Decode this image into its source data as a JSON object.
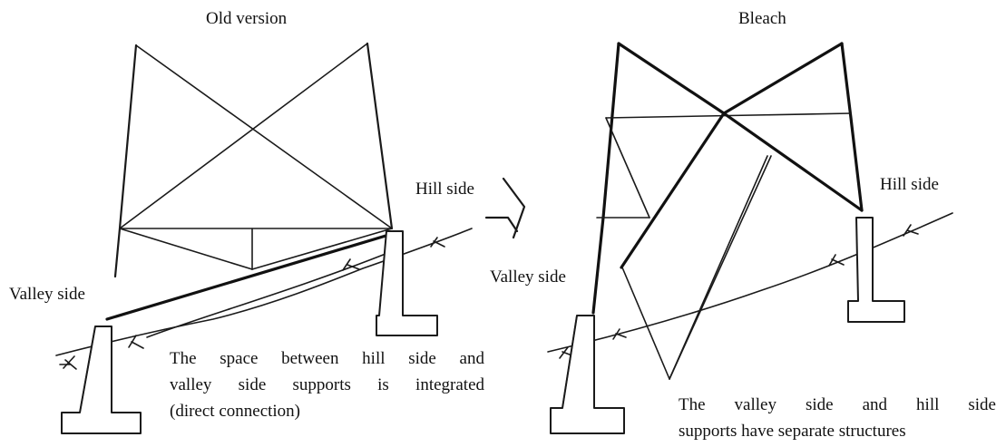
{
  "left_panel": {
    "title": "Old version",
    "hill_label": "Hill side",
    "valley_label": "Valley side",
    "caption_lines": [
      "The space between hill side and",
      "valley side supports is integrated",
      "(direct connection)"
    ]
  },
  "right_panel": {
    "title": "Bleach",
    "hill_label": "Hill side",
    "valley_label": "Valley side",
    "caption_lines": [
      "The valley side and hill side",
      "supports have separate structures"
    ]
  },
  "arrow_icon": "right-chevron-arrow"
}
